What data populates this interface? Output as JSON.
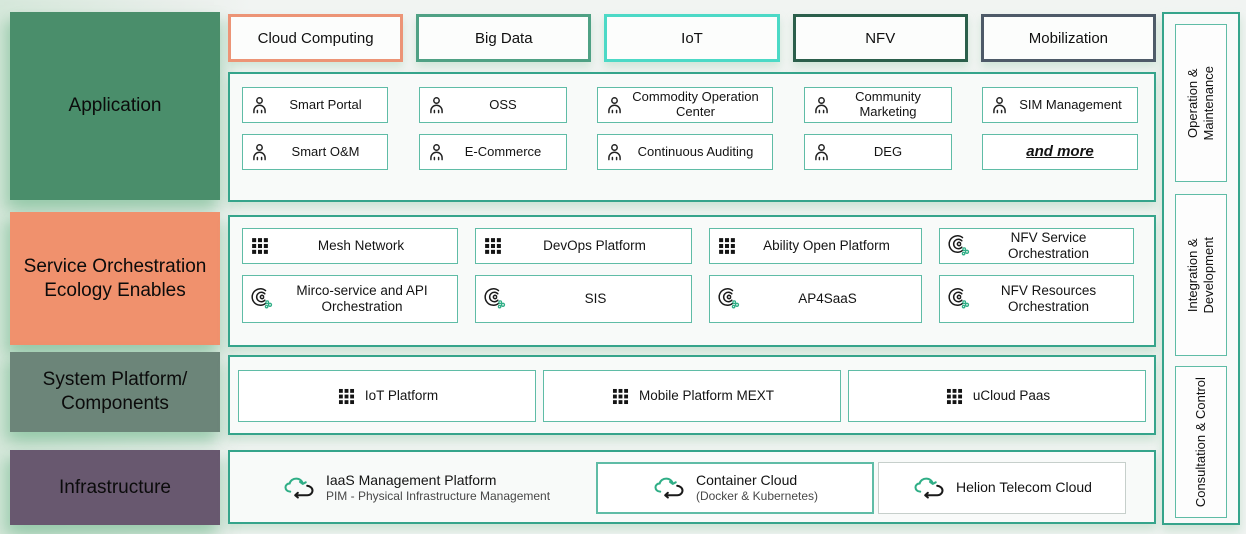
{
  "top_tags": [
    {
      "label": "Cloud Computing",
      "border_color": "#ec9476"
    },
    {
      "label": "Big Data",
      "border_color": "#4fa184"
    },
    {
      "label": "IoT",
      "border_color": "#4cd9c6"
    },
    {
      "label": "NFV",
      "border_color": "#2b5f4b"
    },
    {
      "label": "Mobilization",
      "border_color": "#4e5a68"
    }
  ],
  "layers": [
    {
      "label": "Application",
      "color": "#4a8e6b"
    },
    {
      "label": "Service Orchestration Ecology Enables",
      "color": "#f0916d"
    },
    {
      "label": "System Platform/ Components",
      "color": "#6c8579"
    },
    {
      "label": "Infrastructure",
      "color": "#68586f"
    }
  ],
  "application": {
    "rows": [
      [
        {
          "icon": "person-icon",
          "label": "Smart Portal"
        },
        {
          "icon": "person-icon",
          "label": "OSS"
        },
        {
          "icon": "person-icon",
          "label": "Commodity Operation Center"
        },
        {
          "icon": "person-icon",
          "label": "Community Marketing"
        },
        {
          "icon": "person-icon",
          "label": "SIM Management"
        }
      ],
      [
        {
          "icon": "person-icon",
          "label": "Smart O&M"
        },
        {
          "icon": "person-icon",
          "label": "E-Commerce"
        },
        {
          "icon": "person-icon",
          "label": "Continuous Auditing"
        },
        {
          "icon": "person-icon",
          "label": "DEG"
        },
        {
          "icon": "none",
          "label": "and more"
        }
      ]
    ]
  },
  "services": {
    "rows": [
      [
        {
          "icon": "grid-icon",
          "label": "Mesh Network"
        },
        {
          "icon": "grid-icon",
          "label": "DevOps Platform"
        },
        {
          "icon": "grid-icon",
          "label": "Ability Open Platform"
        },
        {
          "icon": "swirl-icon",
          "label": "NFV Service Orchestration"
        }
      ],
      [
        {
          "icon": "swirl-icon",
          "label": "Mirco-service and API Orchestration"
        },
        {
          "icon": "swirl-icon",
          "label": "SIS"
        },
        {
          "icon": "swirl-icon",
          "label": "AP4SaaS"
        },
        {
          "icon": "swirl-icon",
          "label": "NFV Resources Orchestration"
        }
      ]
    ]
  },
  "platforms": [
    {
      "icon": "grid-icon",
      "label": "IoT Platform"
    },
    {
      "icon": "grid-icon",
      "label": "Mobile Platform MEXT"
    },
    {
      "icon": "grid-icon",
      "label": "uCloud Paas"
    }
  ],
  "infrastructure": [
    {
      "icon": "cloud-sync-icon",
      "label": "IaaS Management Platform",
      "sublabel": "PIM - Physical Infrastructure Management",
      "boxed": false
    },
    {
      "icon": "cloud-sync-icon",
      "label": "Container Cloud",
      "sublabel": "(Docker & Kubernetes)",
      "boxed": true
    },
    {
      "icon": "cloud-sync-icon",
      "label": "Helion Telecom Cloud",
      "boxed": true
    }
  ],
  "right_column": [
    {
      "label": "Operation & Maintenance"
    },
    {
      "label": "Integration & Development"
    },
    {
      "label": "Consultation & Control"
    }
  ],
  "colors": {
    "row_border": "#35a48b",
    "item_border": "#5fbca6",
    "green_accent": "#2fae86",
    "background": "#f1f4f2"
  }
}
